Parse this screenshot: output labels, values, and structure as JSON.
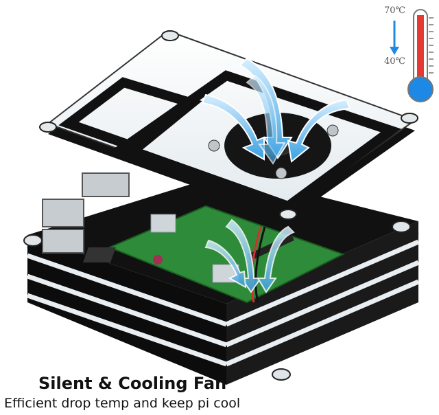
{
  "caption": {
    "title": "Silent & Cooling Fan",
    "subtitle": "Efficient drop temp and keep pi cool"
  },
  "thermometer": {
    "high_label": "70℃",
    "low_label": "40℃",
    "mercury_color": "#e53935",
    "bulb_color": "#1e88e5",
    "arrow_color": "#1e88e5"
  },
  "case": {
    "layer_black": "#111111",
    "layer_clear": "#f4f8fa",
    "board_green": "#2e8b3a"
  },
  "airflow_color": "#5ab4e8"
}
